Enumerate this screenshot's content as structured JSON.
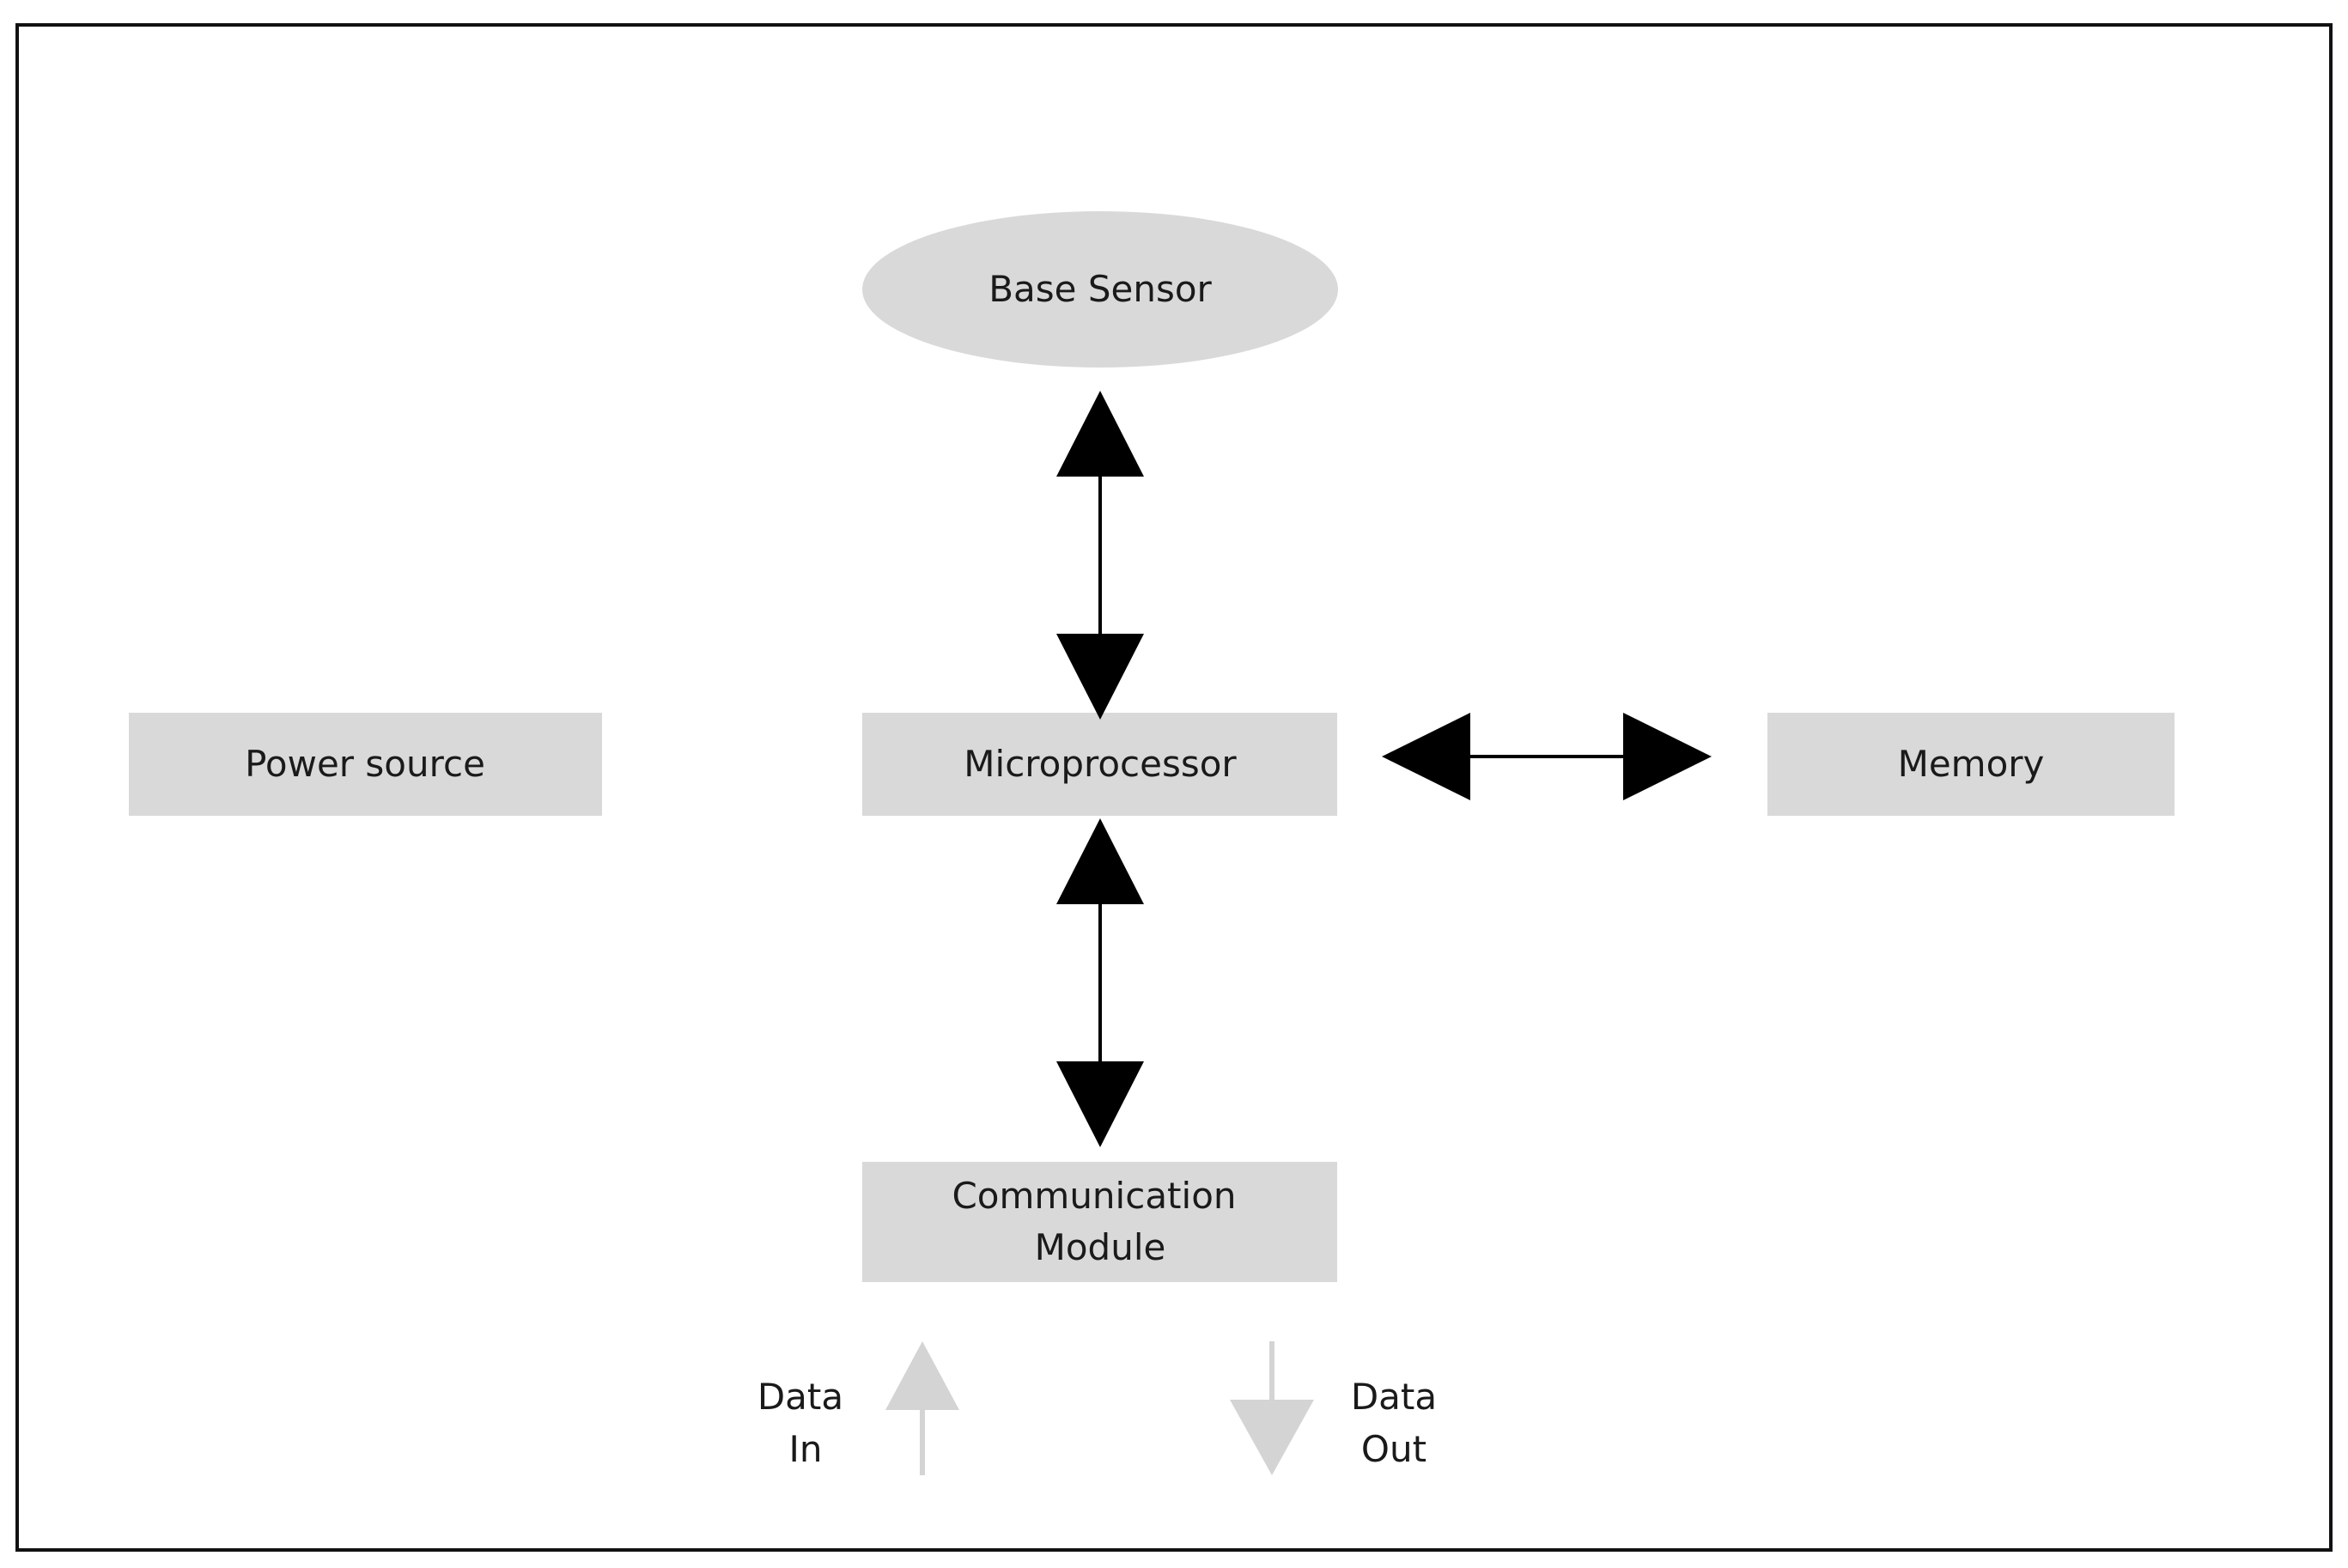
{
  "nodes": {
    "base_sensor": "Base Sensor",
    "power_source": "Power source",
    "microprocessor": "Microprocessor",
    "memory": "Memory",
    "communication_module": [
      "Communication",
      "Module"
    ]
  },
  "io_labels": {
    "data_in": [
      "Data",
      "In"
    ],
    "data_out": [
      "Data",
      "Out"
    ]
  },
  "colors": {
    "node_fill": "#d9d9d9",
    "arrow_black": "#000000",
    "arrow_gray": "#d4d4d4",
    "frame": "#111111"
  }
}
